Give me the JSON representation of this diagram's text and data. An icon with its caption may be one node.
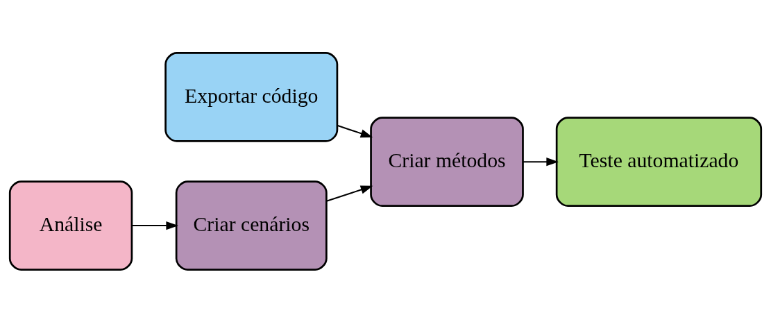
{
  "diagram": {
    "nodes": [
      {
        "text": [
          "Exportar código"
        ]
      },
      {
        "text": [
          "Análise"
        ]
      },
      {
        "text": [
          "Criar cenários"
        ]
      },
      {
        "text": [
          "Criar métodos"
        ]
      },
      {
        "text": [
          "Teste automatizado"
        ]
      }
    ],
    "edges": [
      {
        "from": 1,
        "to": 2,
        "arrow": "to"
      },
      {
        "from": 2,
        "to": 3,
        "arrow": "to"
      },
      {
        "from": 3,
        "to": 4,
        "arrow": "to"
      },
      {
        "from": 0,
        "to": 3,
        "arrow": "to"
      }
    ]
  }
}
